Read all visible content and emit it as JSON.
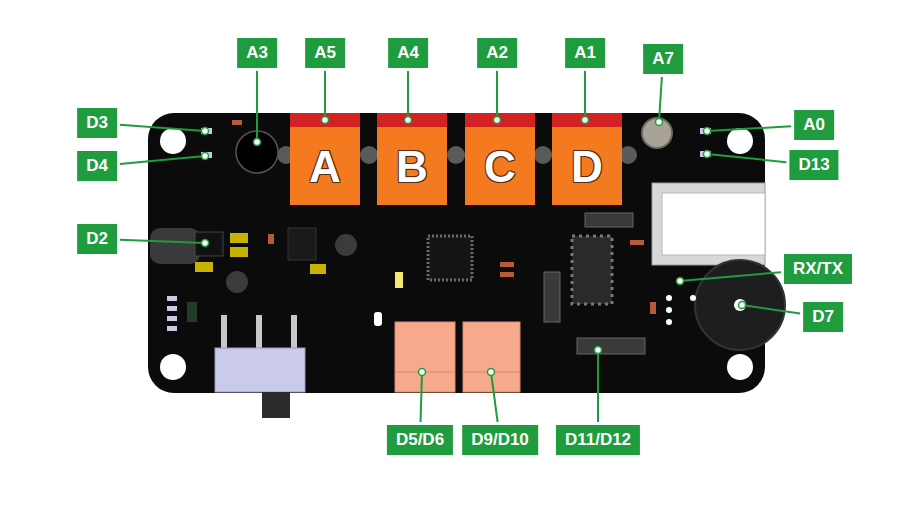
{
  "diagram": {
    "labels": [
      "A3",
      "A5",
      "A4",
      "A2",
      "A1",
      "A7",
      "D3",
      "D4",
      "A0",
      "D13",
      "D2",
      "RX/TX",
      "D7",
      "D5/D6",
      "D9/D10",
      "D11/D12",
      "A",
      "B",
      "C",
      "D"
    ]
  }
}
